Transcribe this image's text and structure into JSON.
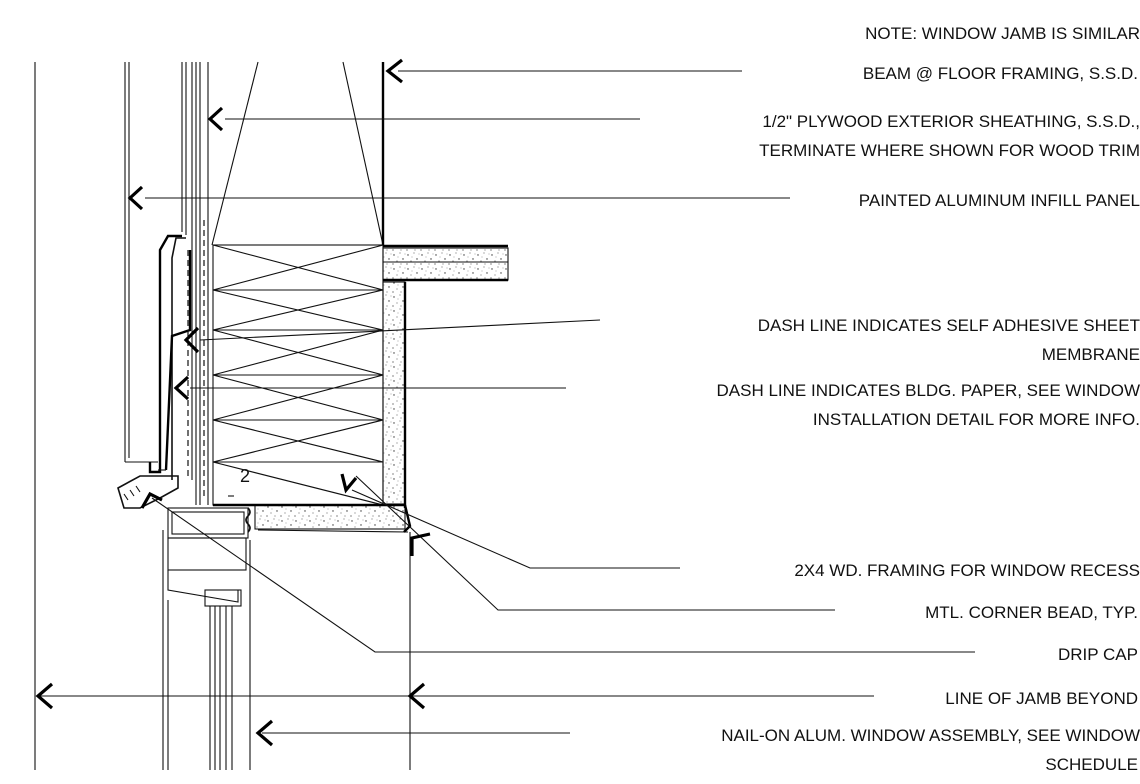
{
  "notes": {
    "note_similar": "NOTE: WINDOW JAMB IS SIMILAR",
    "beam": "BEAM @ FLOOR FRAMING, S.S.D.",
    "plywood_line1": "1/2\" PLYWOOD EXTERIOR SHEATHING, S.S.D.,",
    "plywood_line2": "TERMINATE WHERE SHOWN FOR WOOD TRIM",
    "infill": "PAINTED ALUMINUM INFILL PANEL",
    "membrane_line1": "DASH LINE INDICATES SELF ADHESIVE SHEET",
    "membrane_line2": "MEMBRANE",
    "paper_line1": "DASH LINE INDICATES BLDG. PAPER, SEE WINDOW",
    "paper_line2": "INSTALLATION DETAIL FOR MORE INFO.",
    "framing": "2X4 WD. FRAMING FOR WINDOW RECESS",
    "corner_bead": "MTL. CORNER BEAD, TYP.",
    "drip_cap": "DRIP CAP",
    "jamb_line": "LINE OF JAMB BEYOND",
    "window_line1": "NAIL-ON ALUM. WINDOW ASSEMBLY, SEE WINDOW",
    "window_line2": "SCHEDULE"
  },
  "section_tag": "2",
  "colors": {
    "ink": "#111111",
    "background": "#ffffff"
  }
}
